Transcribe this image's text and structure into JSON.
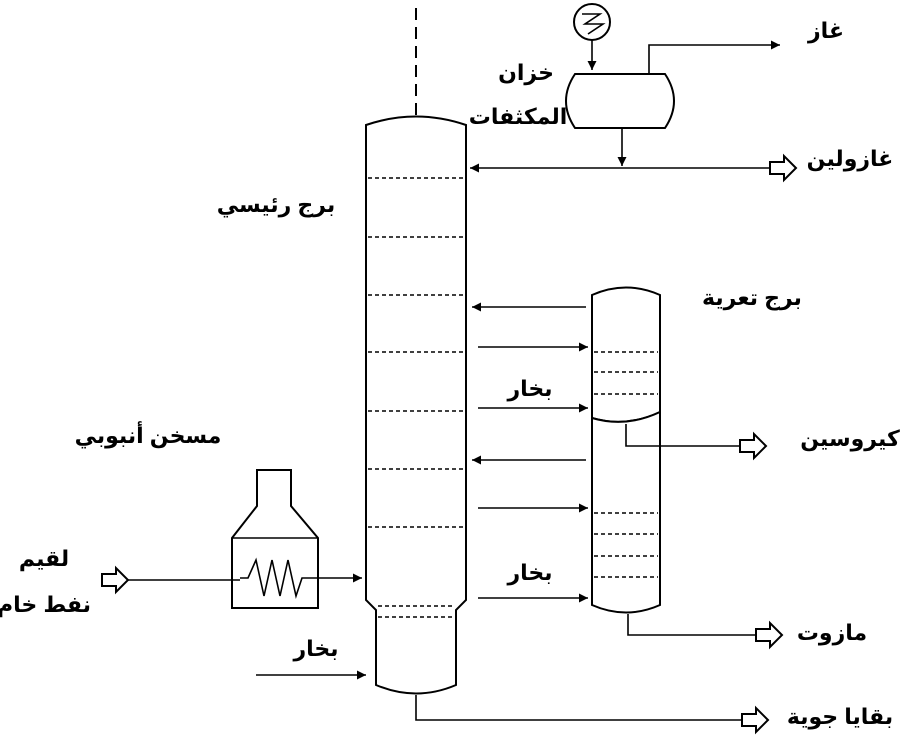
{
  "labels": {
    "gas": "غاز",
    "condensate_tank_1": "خزان",
    "condensate_tank_2": "المكثفات",
    "gasoline": "غازولين",
    "main_tower": "برج رئيسي",
    "stripping_tower": "برج تعرية",
    "steam_1": "بخار",
    "steam_2": "بخار",
    "steam_3": "بخار",
    "tube_furnace": "مسخن أنبوبي",
    "kerosene": "كيروسين",
    "feed_1": "لقيم",
    "feed_2": "نفط خام",
    "mazut": "مازوت",
    "atmospheric_residue": "بقايا جوية"
  },
  "colors": {
    "line": "#000000",
    "background": "#ffffff"
  }
}
